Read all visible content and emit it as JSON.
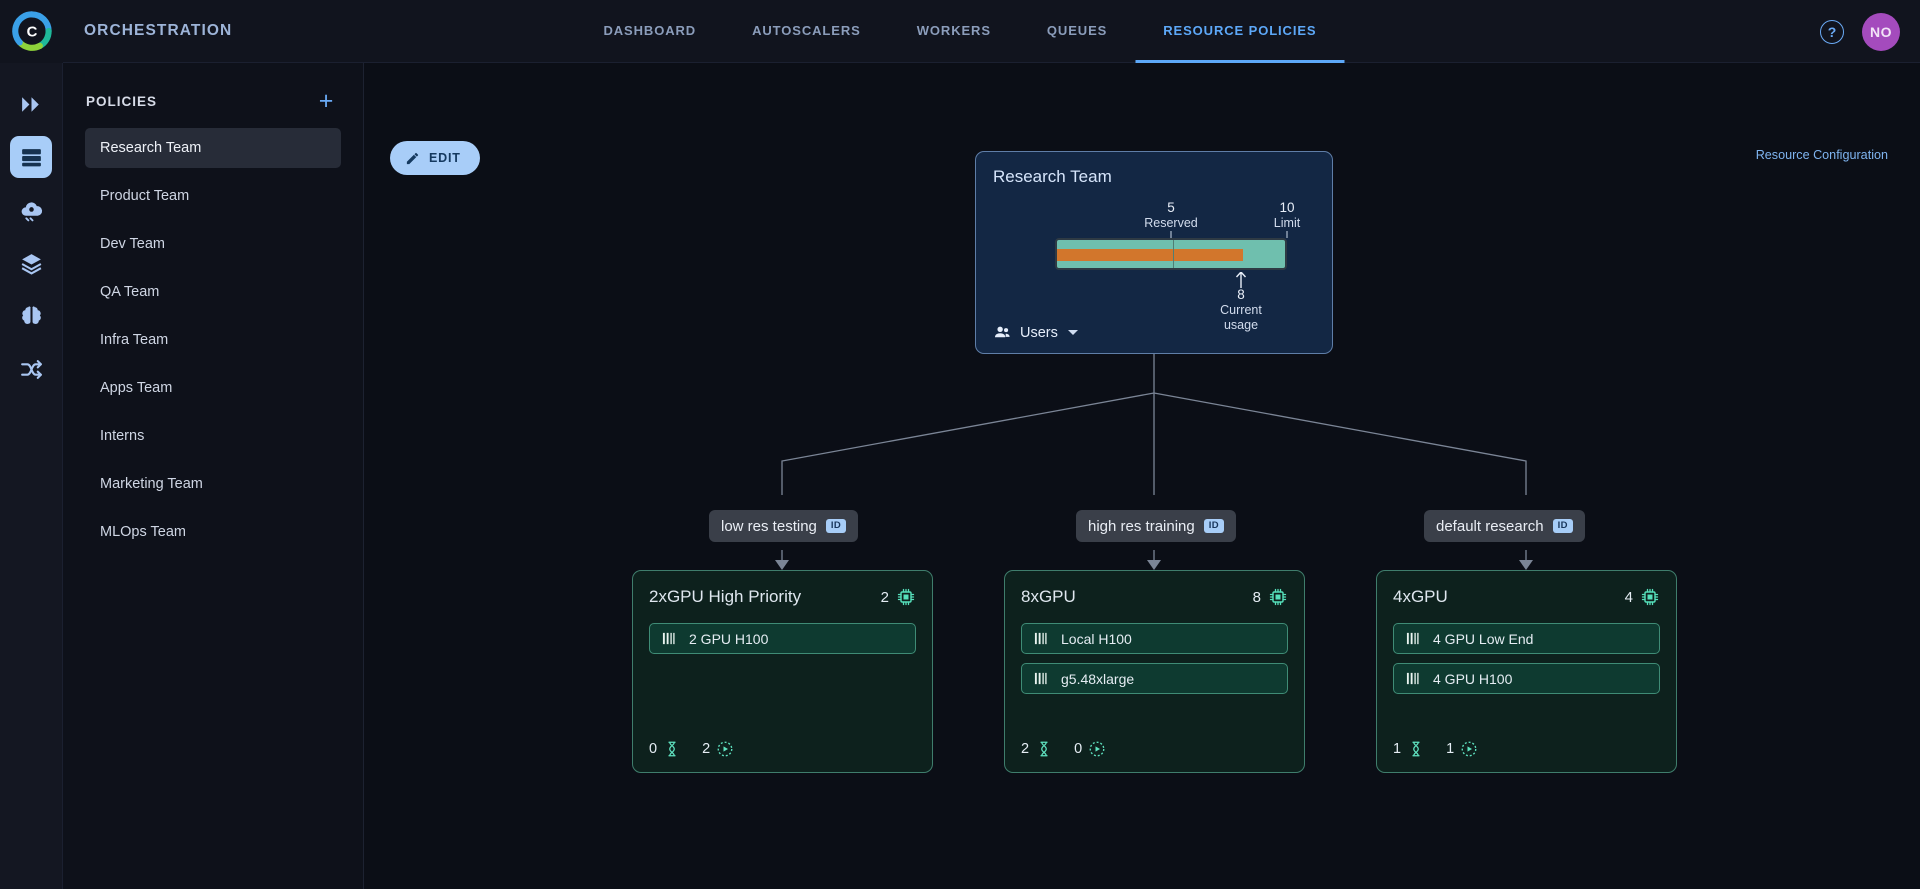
{
  "header": {
    "app_title": "ORCHESTRATION",
    "logo_icon": "circular-c-logo",
    "tabs": [
      {
        "label": "DASHBOARD",
        "active": false
      },
      {
        "label": "AUTOSCALERS",
        "active": false
      },
      {
        "label": "WORKERS",
        "active": false
      },
      {
        "label": "QUEUES",
        "active": false
      },
      {
        "label": "RESOURCE POLICIES",
        "active": true
      }
    ],
    "help_icon": "question-mark-icon",
    "help_label": "?",
    "avatar_initials": "NO",
    "accent_color": "#5da8f8",
    "avatar_color": "#a44bbd"
  },
  "rail": {
    "items": [
      {
        "icon": "double-chevron-icon",
        "name": "rail-item-deploy",
        "active": false
      },
      {
        "icon": "server-rack-icon",
        "name": "rail-item-clusters",
        "active": true
      },
      {
        "icon": "cloud-gear-icon",
        "name": "rail-item-cloud",
        "active": false
      },
      {
        "icon": "layers-icon",
        "name": "rail-item-storage",
        "active": false
      },
      {
        "icon": "brain-icon",
        "name": "rail-item-models",
        "active": false
      },
      {
        "icon": "workflow-shuffle-icon",
        "name": "rail-item-workflows",
        "active": false
      }
    ]
  },
  "sidebar": {
    "title": "POLICIES",
    "add_icon": "plus-icon",
    "items": [
      {
        "label": "Research Team",
        "active": true
      },
      {
        "label": "Product Team",
        "active": false
      },
      {
        "label": "Dev Team",
        "active": false
      },
      {
        "label": "QA Team",
        "active": false
      },
      {
        "label": "Infra Team",
        "active": false
      },
      {
        "label": "Apps Team",
        "active": false
      },
      {
        "label": "Interns",
        "active": false
      },
      {
        "label": "Marketing Team",
        "active": false
      },
      {
        "label": "MLOps Team",
        "active": false
      }
    ]
  },
  "toolbar": {
    "edit_label": "EDIT",
    "edit_icon": "pencil-icon",
    "resource_configuration_label": "Resource Configuration"
  },
  "root_policy": {
    "title": "Research Team",
    "reserved_value": "5",
    "reserved_label": "Reserved",
    "limit_value": "10",
    "limit_label": "Limit",
    "current_usage_value": "8",
    "current_usage_label": "Current usage",
    "users_label": "Users",
    "users_icon": "people-icon",
    "caret_icon": "chevron-down-icon",
    "bar_track_color": "#6fbfae",
    "bar_usage_color": "#d2762c"
  },
  "queues": [
    {
      "label": "low res testing",
      "badge": "ID"
    },
    {
      "label": "high res training",
      "badge": "ID"
    },
    {
      "label": "default research",
      "badge": "ID"
    }
  ],
  "resource_cards": [
    {
      "title": "2xGPU High Priority",
      "gpu_count": "2",
      "gpu_icon": "chip-icon",
      "rows": [
        {
          "label": "2 GPU H100",
          "icon": "gpu-bars-icon"
        }
      ],
      "pending": "0",
      "pending_icon": "hourglass-icon",
      "running": "2",
      "running_icon": "play-dashed-icon"
    },
    {
      "title": "8xGPU",
      "gpu_count": "8",
      "gpu_icon": "chip-icon",
      "rows": [
        {
          "label": "Local H100",
          "icon": "gpu-bars-icon"
        },
        {
          "label": "g5.48xlarge",
          "icon": "gpu-bars-icon"
        }
      ],
      "pending": "2",
      "pending_icon": "hourglass-icon",
      "running": "0",
      "running_icon": "play-dashed-icon"
    },
    {
      "title": "4xGPU",
      "gpu_count": "4",
      "gpu_icon": "chip-icon",
      "rows": [
        {
          "label": "4 GPU Low End",
          "icon": "gpu-bars-icon"
        },
        {
          "label": "4 GPU H100",
          "icon": "gpu-bars-icon"
        }
      ],
      "pending": "1",
      "pending_icon": "hourglass-icon",
      "running": "1",
      "running_icon": "play-dashed-icon"
    }
  ]
}
